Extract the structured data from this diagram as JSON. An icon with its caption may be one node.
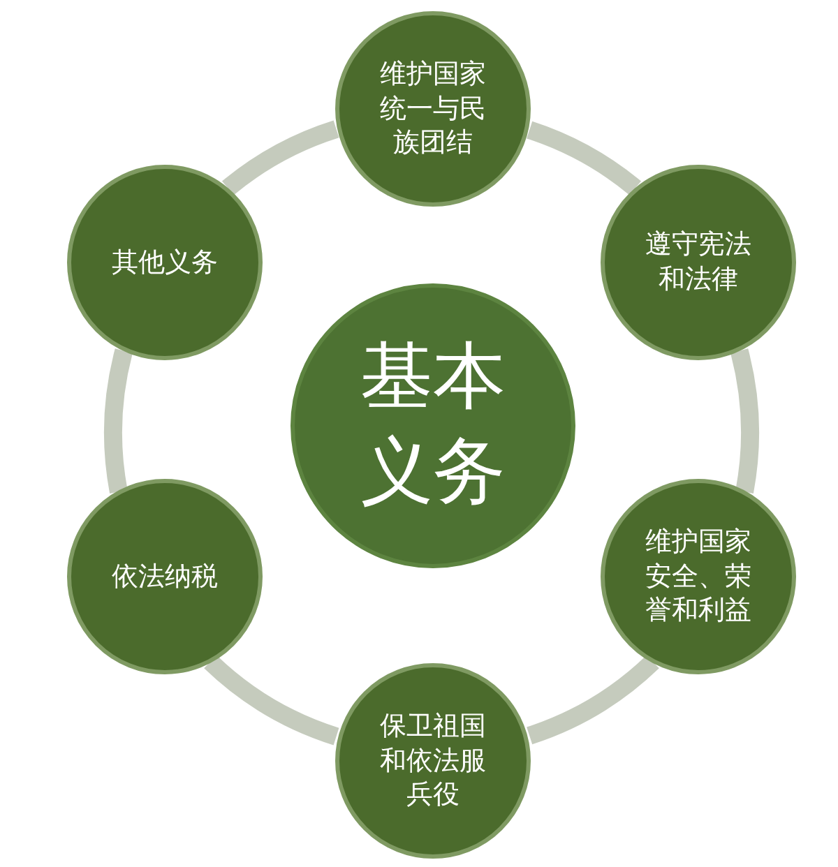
{
  "diagram": {
    "nodes": [
      {
        "text": [
          "基本义务"
        ]
      },
      {
        "text": [
          "维护国家统一与民族团结"
        ]
      },
      {
        "text": [
          "遵守宪法和法律"
        ]
      },
      {
        "text": [
          "维护国家安全、荣誉和利益"
        ]
      },
      {
        "text": [
          "保卫祖国和依法服兵役"
        ]
      },
      {
        "text": [
          "依法纳税"
        ]
      },
      {
        "text": [
          "其他义务"
        ]
      }
    ],
    "edges": [
      {
        "from": 1,
        "to": 2,
        "arrow": "none"
      },
      {
        "from": 2,
        "to": 3,
        "arrow": "none"
      },
      {
        "from": 3,
        "to": 4,
        "arrow": "none"
      },
      {
        "from": 4,
        "to": 5,
        "arrow": "none"
      },
      {
        "from": 5,
        "to": 6,
        "arrow": "none"
      },
      {
        "from": 6,
        "to": 1,
        "arrow": "none"
      }
    ]
  }
}
